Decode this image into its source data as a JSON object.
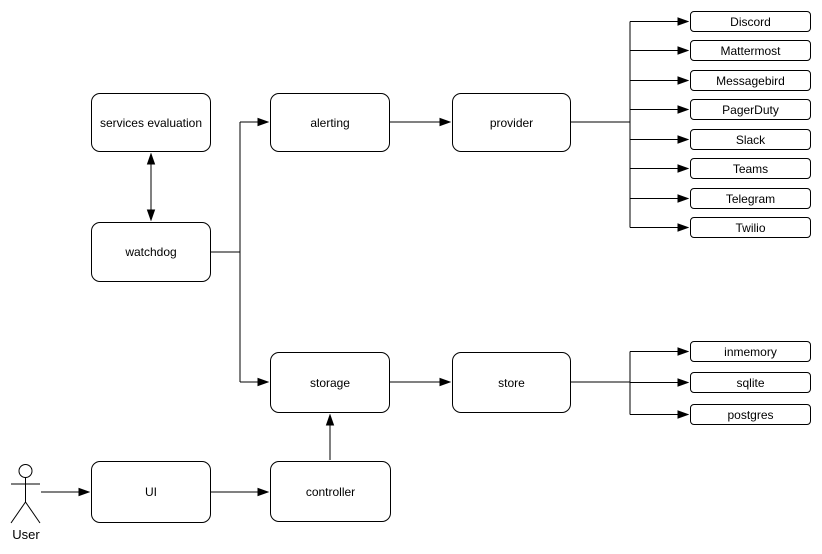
{
  "diagram": {
    "nodes": {
      "services_evaluation": "services evaluation",
      "watchdog": "watchdog",
      "alerting": "alerting",
      "provider": "provider",
      "storage": "storage",
      "store": "store",
      "ui": "UI",
      "controller": "controller"
    },
    "providers": [
      "Discord",
      "Mattermost",
      "Messagebird",
      "PagerDuty",
      "Slack",
      "Teams",
      "Telegram",
      "Twilio"
    ],
    "stores": [
      "inmemory",
      "sqlite",
      "postgres"
    ],
    "actor": {
      "label": "User"
    },
    "colors": {
      "stroke": "#000000",
      "fill": "#ffffff",
      "text": "#000000",
      "background": "#ffffff"
    }
  }
}
